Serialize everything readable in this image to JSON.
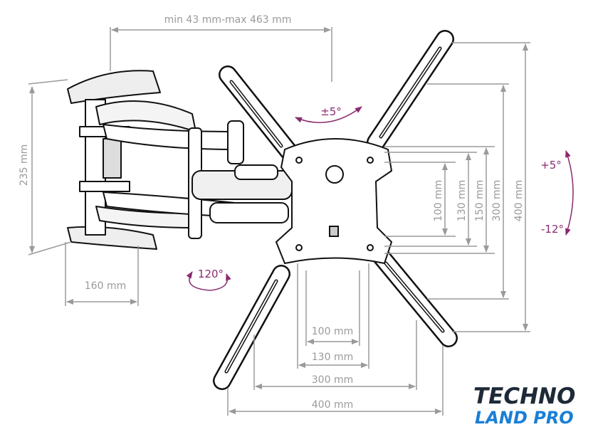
{
  "dimensions": {
    "arm_extension": "min 43 mm-max 463 mm",
    "wall_plate_height": "235 mm",
    "wall_plate_width": "160 mm",
    "vesa_vertical": [
      "100 mm",
      "130 mm",
      "150 mm",
      "300 mm",
      "400 mm"
    ],
    "vesa_horizontal": [
      "100 mm",
      "130 mm",
      "300 mm",
      "400 mm"
    ]
  },
  "angles": {
    "swivel": "±5°",
    "rotation": "120°",
    "tilt_up": "+5°",
    "tilt_down": "-12°"
  },
  "colors": {
    "dimension": "#9a9a9a",
    "angle": "#8a2a6e",
    "logo_dark": "#1e2a38",
    "logo_blue": "#1a7fd6"
  },
  "logo": {
    "line1": "TECHNO",
    "line2": "LAND PRO"
  }
}
